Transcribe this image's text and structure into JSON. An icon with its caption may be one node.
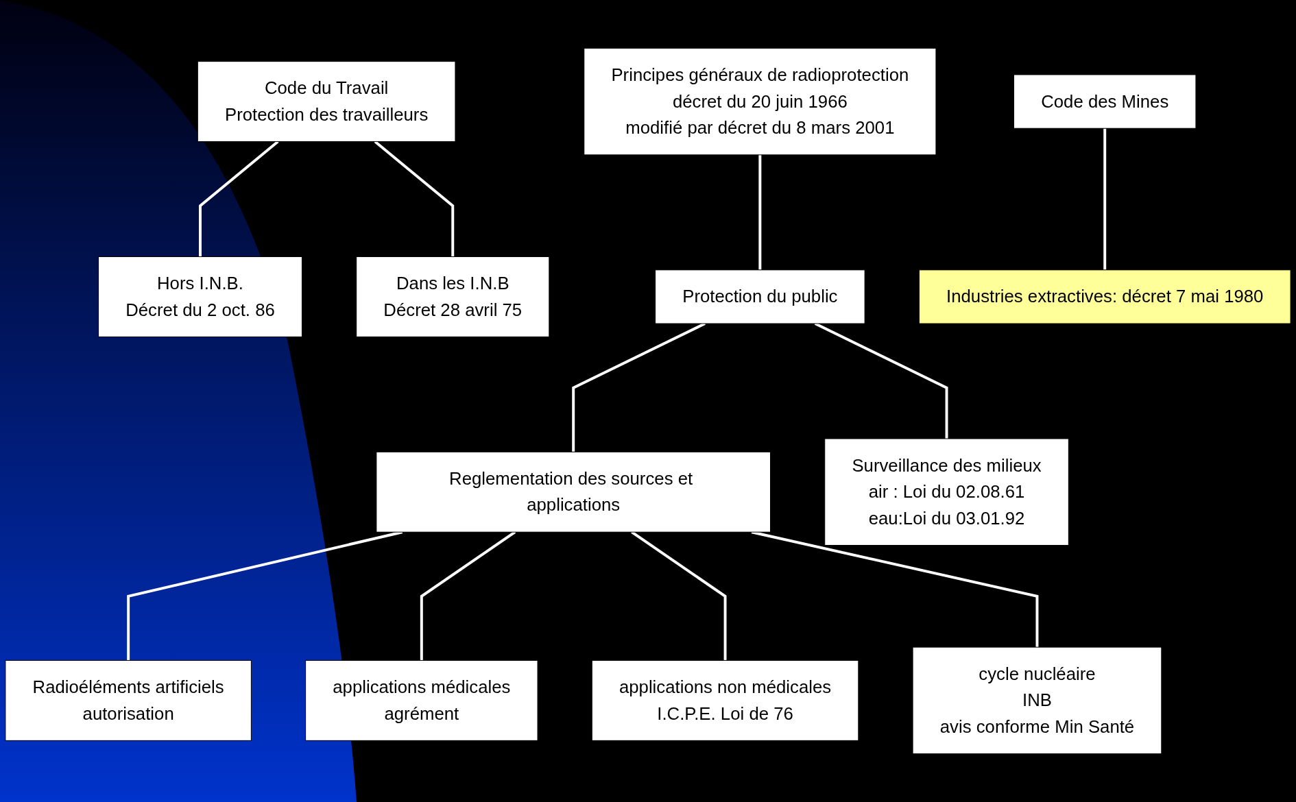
{
  "diagram": {
    "nodes": [
      {
        "text": [
          "Code du Travail",
          "Protection des travailleurs"
        ]
      },
      {
        "text": [
          "Principes généraux de radioprotection",
          "décret du 20 juin 1966",
          "modifié par décret du 8 mars 2001"
        ]
      },
      {
        "text": [
          "Code des Mines"
        ]
      },
      {
        "text": [
          "Hors I.N.B.",
          "Décret du 2 oct. 86"
        ]
      },
      {
        "text": [
          "Dans les I.N.B",
          "Décret 28 avril 75"
        ]
      },
      {
        "text": [
          "Protection du public"
        ]
      },
      {
        "text": [
          "Industries extractives: décret 7 mai 1980"
        ]
      },
      {
        "text": [
          "Reglementation des sources et applications"
        ]
      },
      {
        "text": [
          "Surveillance des milieux",
          "air : Loi du 02.08.61",
          "eau:Loi du 03.01.92"
        ]
      },
      {
        "text": [
          "Radioéléments artificiels",
          "autorisation"
        ]
      },
      {
        "text": [
          "applications médicales",
          "agrément"
        ]
      },
      {
        "text": [
          "applications non médicales",
          "I.C.P.E. Loi de 76"
        ]
      },
      {
        "text": [
          "cycle nucléaire",
          "INB",
          "avis conforme Min Santé"
        ]
      }
    ],
    "edges": [
      {
        "from": 0,
        "to": 3,
        "arrow": "none"
      },
      {
        "from": 0,
        "to": 4,
        "arrow": "none"
      },
      {
        "from": 1,
        "to": 5,
        "arrow": "none"
      },
      {
        "from": 2,
        "to": 6,
        "arrow": "none"
      },
      {
        "from": 5,
        "to": 7,
        "arrow": "none"
      },
      {
        "from": 5,
        "to": 8,
        "arrow": "none"
      },
      {
        "from": 7,
        "to": 9,
        "arrow": "none"
      },
      {
        "from": 7,
        "to": 10,
        "arrow": "none"
      },
      {
        "from": 7,
        "to": 11,
        "arrow": "none"
      },
      {
        "from": 7,
        "to": 12,
        "arrow": "none"
      }
    ]
  }
}
